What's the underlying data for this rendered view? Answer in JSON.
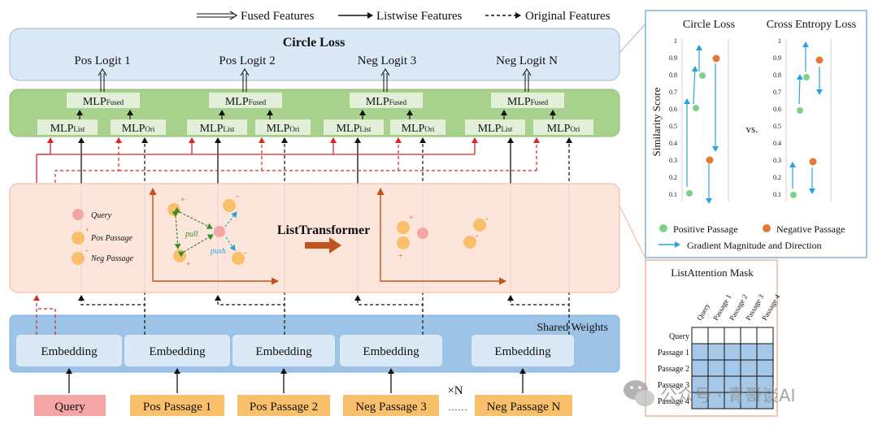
{
  "legend": {
    "fused": "Fused Features",
    "listwise": "Listwise Features",
    "original": "Original Features"
  },
  "top": {
    "title": "Circle Loss",
    "logits": [
      "Pos Logit 1",
      "Pos Logit 2",
      "Neg Logit 3",
      "Neg Logit N"
    ]
  },
  "mlp": {
    "fused_base": "MLP",
    "fused_sub": "Fused",
    "list_base": "MLP",
    "list_sub": "List",
    "ori_base": "MLP",
    "ori_sub": "Ori"
  },
  "middle": {
    "query_label": "Query",
    "pos_label": "Pos Passage",
    "neg_label": "Neg Passage",
    "pull_label": "pull",
    "push_label": "push",
    "transformer_label": "ListTransformer",
    "plus_sign": "+",
    "minus_sign": "-"
  },
  "shared": {
    "title": "Shared Weights",
    "embedding_label": "Embedding"
  },
  "inputs": {
    "items": [
      "Query",
      "Pos Passage 1",
      "Pos Passage 2",
      "Neg Passage 3",
      "Neg Passage N"
    ],
    "times_n": "×N",
    "dots": "……"
  },
  "loss_panel": {
    "left_title": "Circle Loss",
    "right_title": "Cross Entropy Loss",
    "ylabel": "Similarity Score",
    "ticks": [
      "0.1",
      "0.2",
      "0.3",
      "0.4",
      "0.5",
      "0.6",
      "0.7",
      "0.8",
      "0.9",
      "1"
    ],
    "vs": "vs.",
    "legend_pos": "Positive Passage",
    "legend_neg": "Negative Passage",
    "legend_grad": "Gradient Magnitude and Direction"
  },
  "mask_panel": {
    "title": "ListAttention Mask",
    "cols": [
      "Query",
      "Passage 1",
      "Passage 2",
      "Passage 3",
      "Passage 4"
    ],
    "rows": [
      "Query",
      "Passage 1",
      "Passage 2",
      "Passage 3",
      "Passage 4"
    ]
  },
  "watermark": "公众号 · 青哥谈AI",
  "colors": {
    "top_fill": "#dbe8f5",
    "mlp_fill": "#a9d18e",
    "mid_fill": "#fce6dc",
    "shared_fill": "#9dc3e6",
    "query_fill": "#f4a6a6",
    "passage_fill": "#f9c06b",
    "red": "#d62728",
    "orange": "#e06b2a",
    "positive": "#7ed08a",
    "negative": "#e07a3a",
    "arrow_blue": "#29a3d9",
    "mask_blue": "#a6c8e8"
  }
}
